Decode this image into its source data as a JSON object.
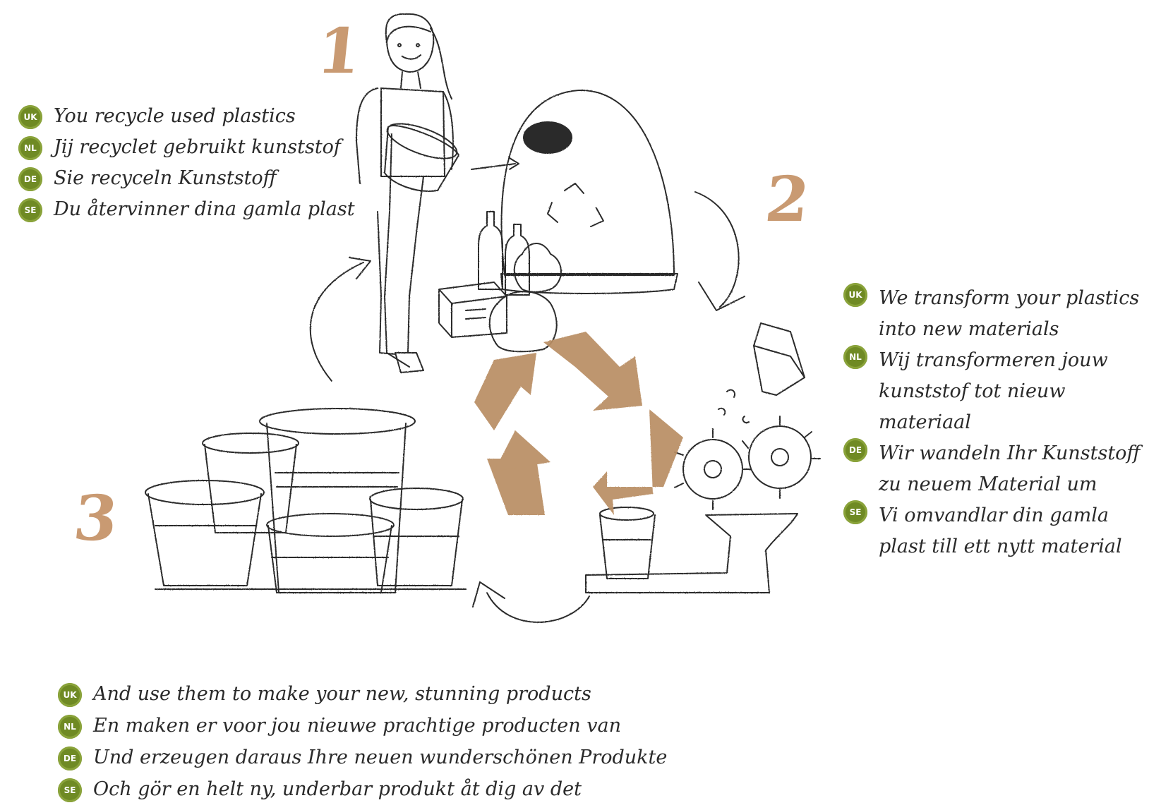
{
  "steps": {
    "step1": {
      "number": "1",
      "captions": [
        {
          "lang": "UK",
          "text": "You recycle used plastics"
        },
        {
          "lang": "NL",
          "text": "Jij recyclet gebruikt kunststof"
        },
        {
          "lang": "DE",
          "text": "Sie recyceln Kunststoff"
        },
        {
          "lang": "SE",
          "text": "Du återvinner dina gamla plast"
        }
      ]
    },
    "step2": {
      "number": "2",
      "captions": [
        {
          "lang": "UK",
          "text": "We transform your plastics into new materials"
        },
        {
          "lang": "NL",
          "text": "Wij transformeren jouw kunststof tot nieuw materiaal"
        },
        {
          "lang": "DE",
          "text": "Wir wandeln Ihr Kunststoff zu neuem Material um"
        },
        {
          "lang": "SE",
          "text": "Vi omvandlar din gamla plast till ett nytt material"
        }
      ]
    },
    "step3": {
      "number": "3",
      "captions": [
        {
          "lang": "UK",
          "text": "And use them to make your new, stunning products"
        },
        {
          "lang": "NL",
          "text": "En maken er voor jou nieuwe prachtige producten van"
        },
        {
          "lang": "DE",
          "text": "Und erzeugen daraus Ihre neuen wunderschönen Produkte"
        },
        {
          "lang": "SE",
          "text": "Och gör en helt ny, underbar produkt åt dig av det"
        }
      ]
    }
  },
  "colors": {
    "number": "#c99a72",
    "flag": "#6f8a24",
    "recycle_symbol": "#b98e63",
    "sketch": "#2b2b2b"
  },
  "icons": {
    "center": "recycle-symbol-icon",
    "container": "recycling-container-icon",
    "machine": "grinder-machine-icon"
  }
}
